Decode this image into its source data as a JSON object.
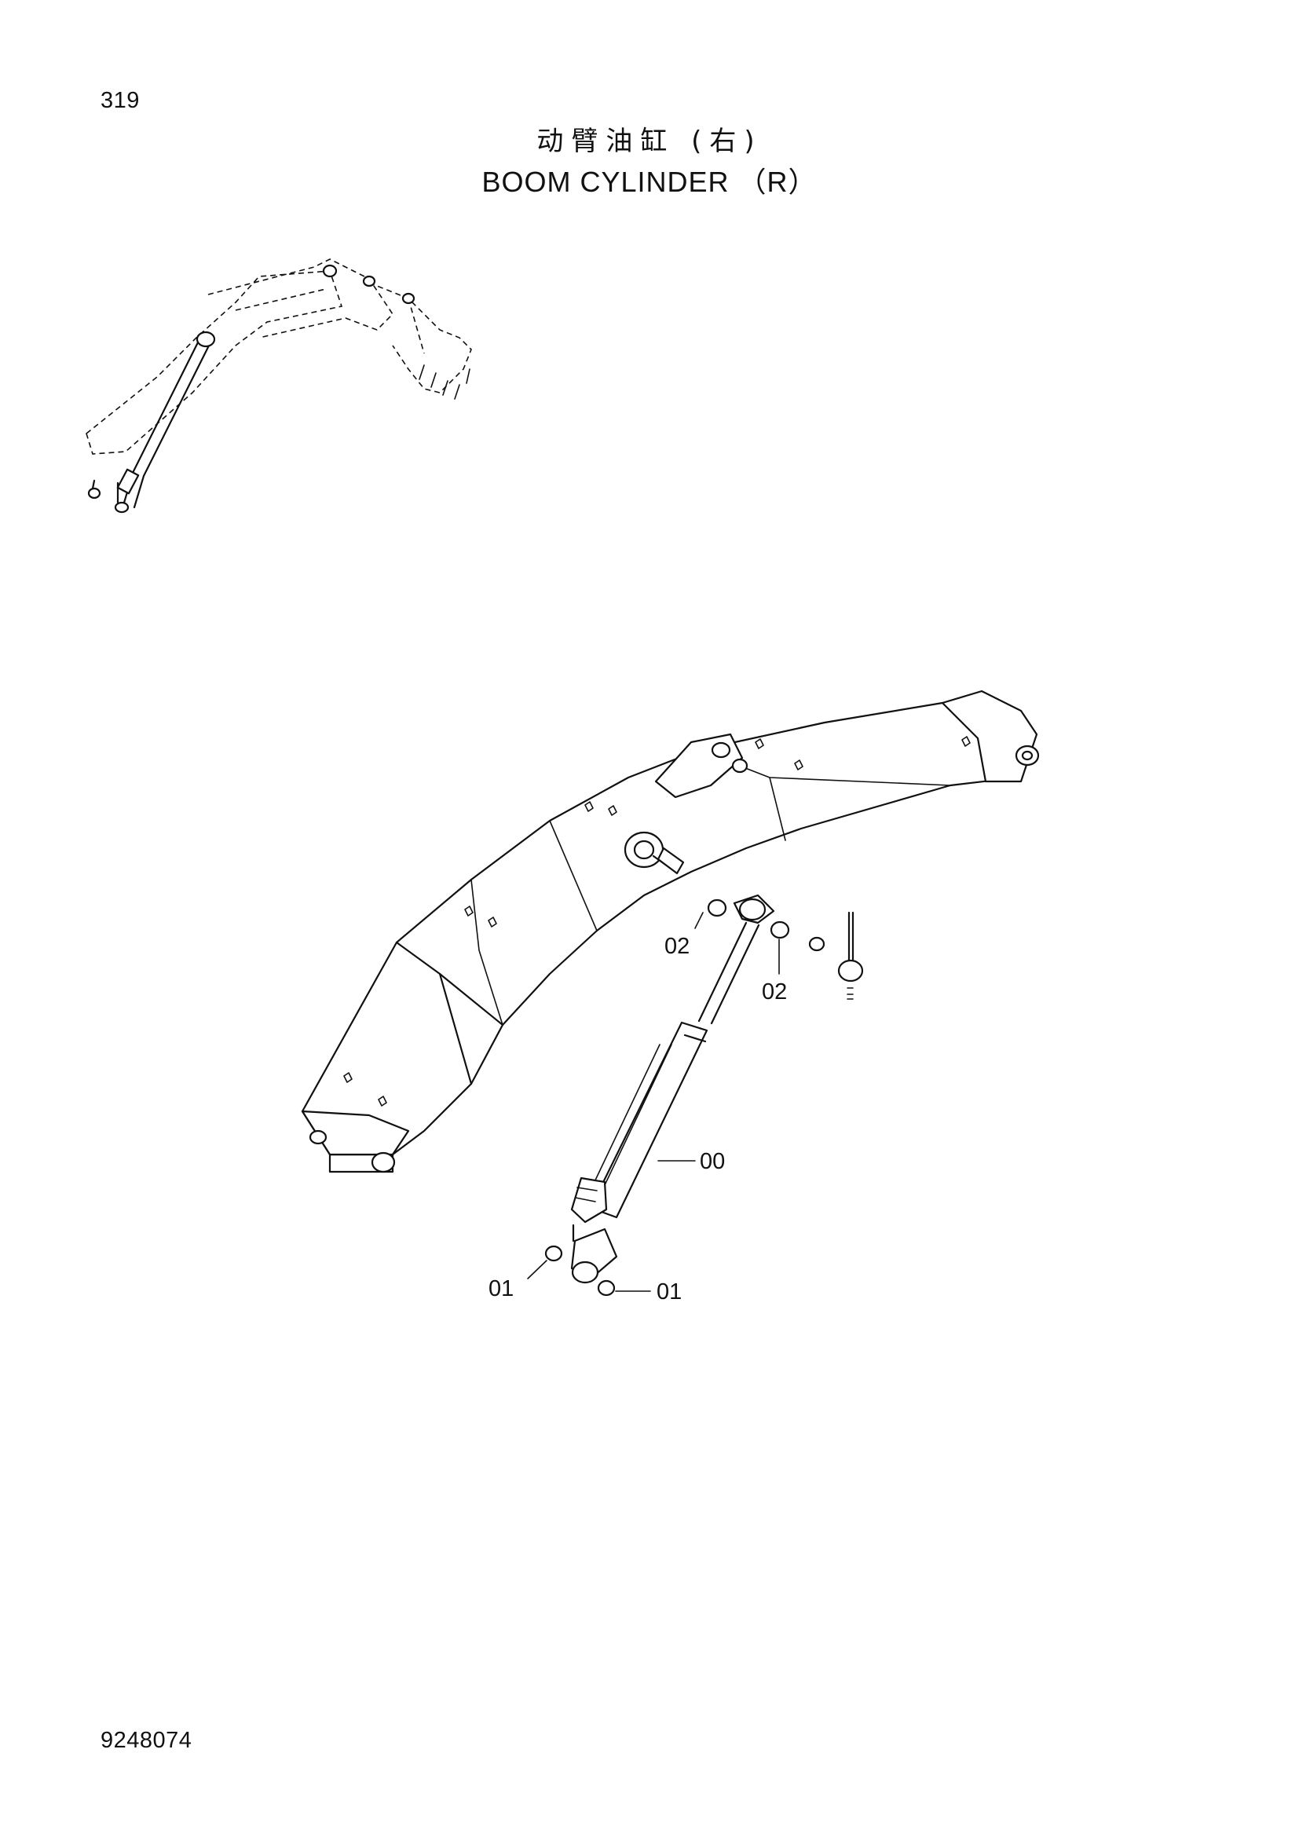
{
  "header": {
    "page_number": "319",
    "title_cn": "动臂油缸 (右)",
    "title_en": "BOOM CYLINDER （R）"
  },
  "footer": {
    "doc_number": "9248074"
  },
  "callouts": [
    {
      "id": "c1",
      "label": "02"
    },
    {
      "id": "c2",
      "label": "02"
    },
    {
      "id": "c3",
      "label": "00"
    },
    {
      "id": "c4",
      "label": "01"
    },
    {
      "id": "c5",
      "label": "01"
    }
  ]
}
